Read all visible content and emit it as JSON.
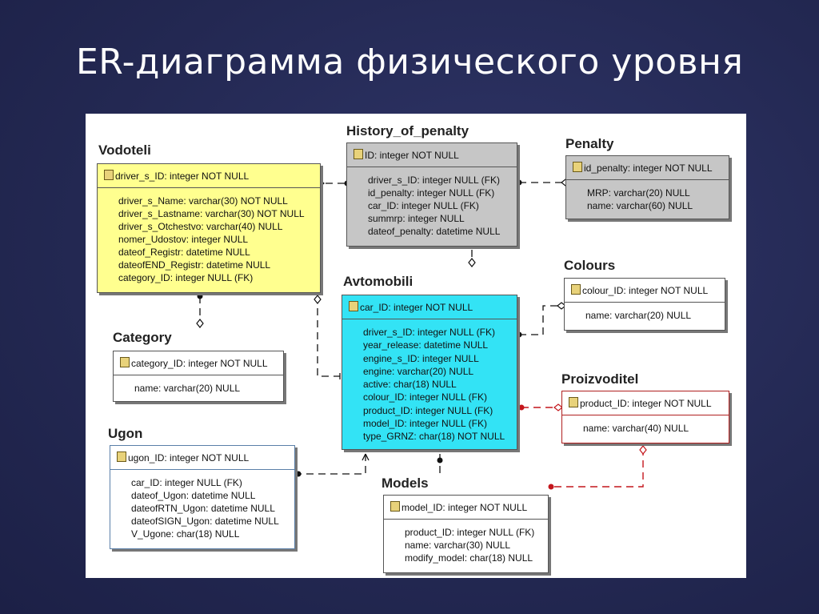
{
  "slide": {
    "title": "ER-диаграмма физического уровня"
  },
  "colors": {
    "yellow": "#ffff8f",
    "gray": "#c6c6c6",
    "cyan": "#33e3f5",
    "red": "#c4161c"
  },
  "entities": {
    "vodoteli": {
      "name": "Vodoteli",
      "pk": "driver_s_ID: integer NOT NULL",
      "attrs": [
        "driver_s_Name: varchar(30) NOT NULL",
        "driver_s_Lastname: varchar(30) NOT NULL",
        "driver_s_Otchestvo: varchar(40) NULL",
        "nomer_Udostov: integer NULL",
        "dateof_Registr: datetime NULL",
        "dateofEND_Registr: datetime NULL",
        "category_ID: integer NULL (FK)"
      ]
    },
    "history": {
      "name": "History_of_penalty",
      "pk": "ID: integer NOT NULL",
      "attrs": [
        "driver_s_ID: integer NULL (FK)",
        "id_penalty: integer NULL (FK)",
        "car_ID: integer NULL (FK)",
        "summrp: integer NULL",
        "dateof_penalty: datetime NULL"
      ]
    },
    "penalty": {
      "name": "Penalty",
      "pk": "id_penalty: integer NOT NULL",
      "attrs": [
        "MRP: varchar(20) NULL",
        "name: varchar(60) NULL"
      ]
    },
    "colours": {
      "name": "Colours",
      "pk": "colour_ID: integer NOT NULL",
      "attrs": [
        "name: varchar(20) NULL"
      ]
    },
    "avtomobili": {
      "name": "Avtomobili",
      "pk": "car_ID: integer NOT NULL",
      "attrs": [
        "driver_s_ID: integer NULL (FK)",
        "year_release: datetime NULL",
        "engine_s_ID: integer NULL",
        "engine: varchar(20) NULL",
        "active: char(18) NULL",
        "colour_ID: integer NULL (FK)",
        "product_ID: integer NULL (FK)",
        "model_ID: integer NULL (FK)",
        "type_GRNZ: char(18) NOT NULL"
      ]
    },
    "category": {
      "name": "Category",
      "pk": "category_ID: integer NOT NULL",
      "attrs": [
        "name: varchar(20) NULL"
      ]
    },
    "proizvoditel": {
      "name": "Proizvoditel",
      "pk": "product_ID: integer NOT NULL",
      "attrs": [
        "name: varchar(40) NULL"
      ]
    },
    "ugon": {
      "name": "Ugon",
      "pk": "ugon_ID: integer NOT NULL",
      "attrs": [
        "car_ID: integer NULL (FK)",
        "dateof_Ugon: datetime NULL",
        "dateofRTN_Ugon: datetime NULL",
        "dateofSIGN_Ugon: datetime NULL",
        "V_Ugone: char(18) NULL"
      ]
    },
    "models": {
      "name": "Models",
      "pk": "model_ID: integer NOT NULL",
      "attrs": [
        "product_ID: integer NULL (FK)",
        "name: varchar(30) NULL",
        "modify_model: char(18) NULL"
      ]
    }
  }
}
